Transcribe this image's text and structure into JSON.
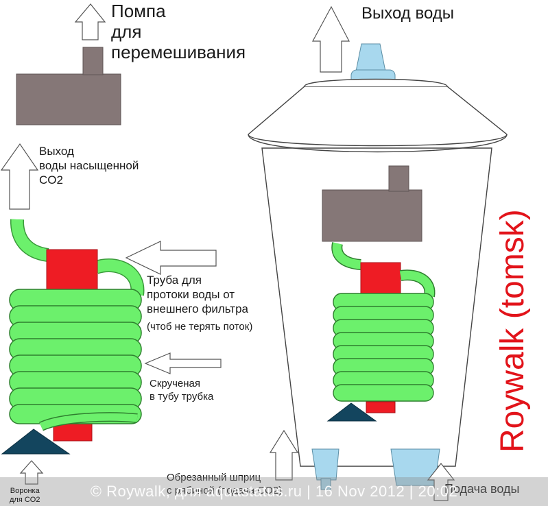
{
  "labels": {
    "pump": "Помпа\nдля\nперемешивания",
    "water_out": "Выход воды",
    "co2_water_out": "Выход\nводы насыщенной\nCO2",
    "pipe": "Труба для\nпротоки воды от\nвнешнего фильтра",
    "pipe_note": "(чтоб не терять поток)",
    "coiled_tube": "Скрученая\nв тубу трубка",
    "funnel": "Воронка\nдля CO2",
    "syringe": "Обрезанный шприц\nс рябиной (подача CO2)",
    "water_supply": "Подача воды",
    "brand": "Roywalk (tomsk)"
  },
  "watermark": "© Roywalk, для aquastatus.ru | 16 Nov 2012 | 20:02",
  "colors": {
    "pump": "#857777",
    "pipe": "#ee1c24",
    "coil": "#6cf06c",
    "funnel": "#13455e",
    "nozzle": "#a8d8ee",
    "brand": "#e2131a"
  }
}
